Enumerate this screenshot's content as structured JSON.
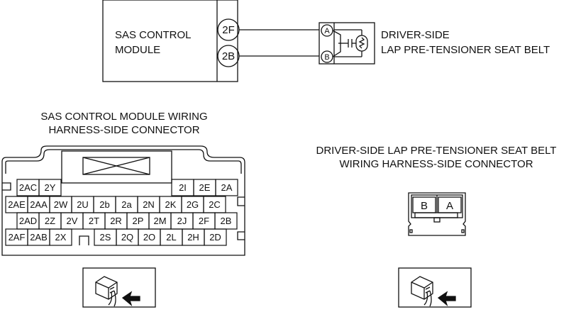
{
  "schematic": {
    "module_label_line1": "SAS CONTROL",
    "module_label_line2": "MODULE",
    "module_pins": [
      "2F",
      "2B"
    ],
    "device_pins": [
      "A",
      "B"
    ],
    "device_label_line1": "DRIVER-SIDE",
    "device_label_line2": "LAP PRE-TENSIONER SEAT BELT"
  },
  "sas_connector": {
    "title_line1": "SAS CONTROL MODULE WIRING",
    "title_line2": "HARNESS-SIDE CONNECTOR",
    "row1_left": [
      "2AC",
      "2Y"
    ],
    "row1_right": [
      "2I",
      "2E",
      "2A"
    ],
    "row2": [
      "2AE",
      "2AA",
      "2W",
      "2U",
      "2b",
      "2a",
      "2N",
      "2K",
      "2G",
      "2C"
    ],
    "row3": [
      "2AD",
      "2Z",
      "2V",
      "2T",
      "2R",
      "2P",
      "2M",
      "2J",
      "2F",
      "2B"
    ],
    "row4_left": [
      "2AF",
      "2AB",
      "2X"
    ],
    "row4_right": [
      "2S",
      "2Q",
      "2O",
      "2L",
      "2H",
      "2D"
    ]
  },
  "seatbelt_connector": {
    "title_line1": "DRIVER-SIDE LAP PRE-TENSIONER SEAT BELT",
    "title_line2": "WIRING HARNESS-SIDE CONNECTOR",
    "pins": [
      "B",
      "A"
    ]
  },
  "icons": {
    "left": "harness-side-view-icon",
    "right": "harness-side-view-icon"
  }
}
